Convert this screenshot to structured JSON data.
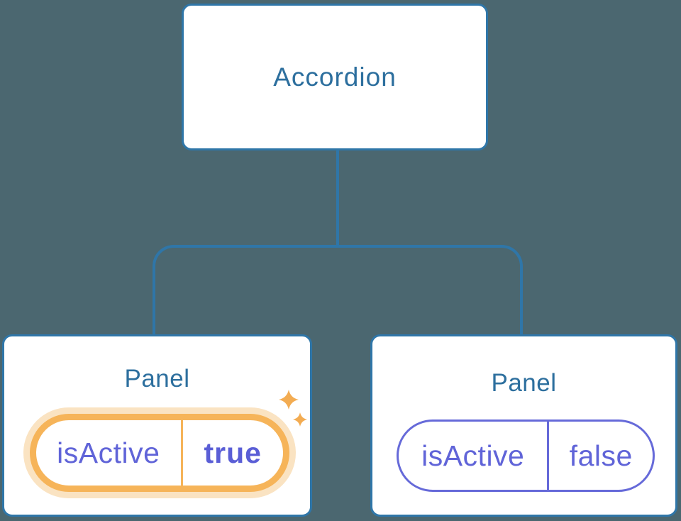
{
  "diagram": {
    "type": "component-tree",
    "root": {
      "label": "Accordion"
    },
    "children": [
      {
        "title": "Panel",
        "prop_name": "isActive",
        "prop_value": "true",
        "state": "active",
        "highlighted": true,
        "icons": [
          "sparkle-icon",
          "sparkle-icon"
        ]
      },
      {
        "title": "Panel",
        "prop_name": "isActive",
        "prop_value": "false",
        "state": "inactive",
        "highlighted": false
      }
    ]
  },
  "colors": {
    "background": "#4B6770",
    "node_fill": "#FFFFFF",
    "node_border": "#2F76A8",
    "node_label": "#2D6F9E",
    "prop_text": "#6064D8",
    "prop_border_inactive": "#666AD9",
    "highlight_border": "#F6B459",
    "highlight_glow": "#FAE3C2",
    "sparkle": "#F3AC52"
  }
}
